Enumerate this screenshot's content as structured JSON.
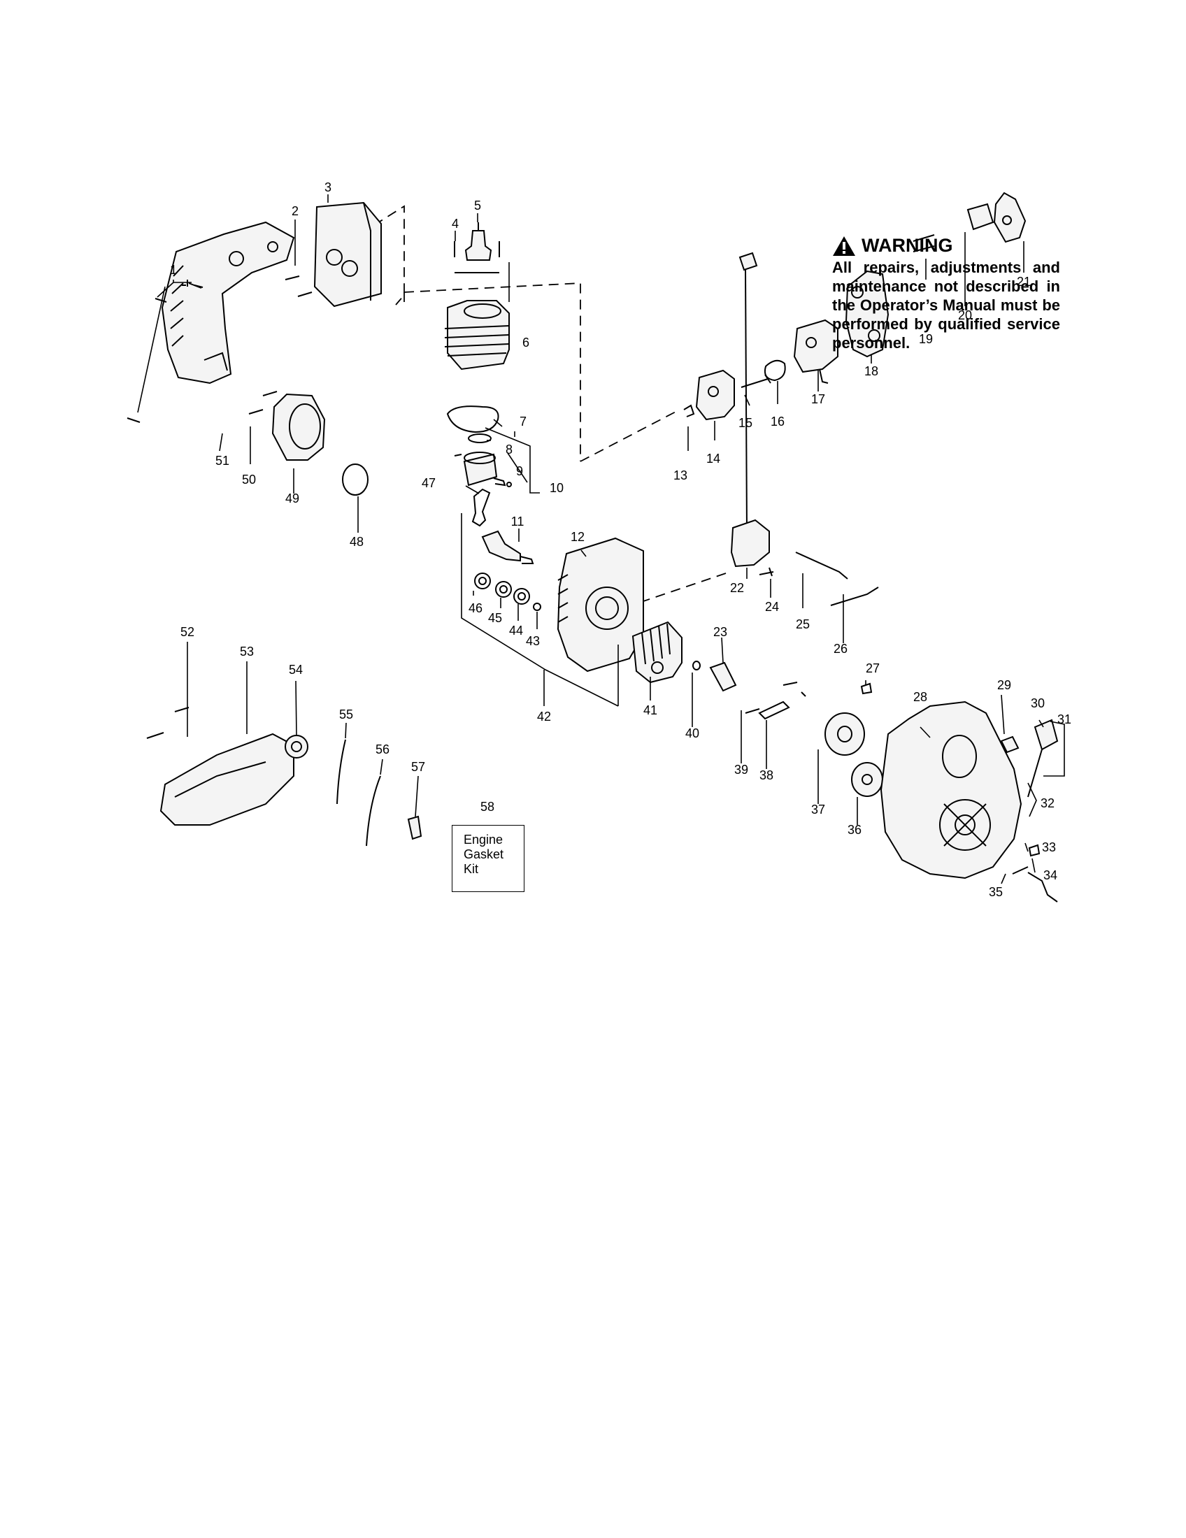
{
  "callouts": [
    "1",
    "2",
    "3",
    "4",
    "5",
    "6",
    "7",
    "8",
    "9",
    "10",
    "11",
    "12",
    "13",
    "14",
    "15",
    "16",
    "17",
    "18",
    "19",
    "20",
    "21",
    "22",
    "23",
    "24",
    "25",
    "26",
    "27",
    "28",
    "29",
    "30",
    "31",
    "32",
    "33",
    "34",
    "35",
    "36",
    "37",
    "38",
    "39",
    "40",
    "41",
    "42",
    "43",
    "44",
    "45",
    "46",
    "47",
    "48",
    "49",
    "50",
    "51",
    "52",
    "53",
    "54",
    "55",
    "56",
    "57",
    "58"
  ],
  "warning": {
    "title": "WARNING",
    "body": "All repairs, adjustments and maintenance not described in the Operator’s Manual must be performed by qualified service personnel."
  },
  "kit_box": {
    "line1": "Engine",
    "line2": "Gasket",
    "line3": "Kit"
  }
}
